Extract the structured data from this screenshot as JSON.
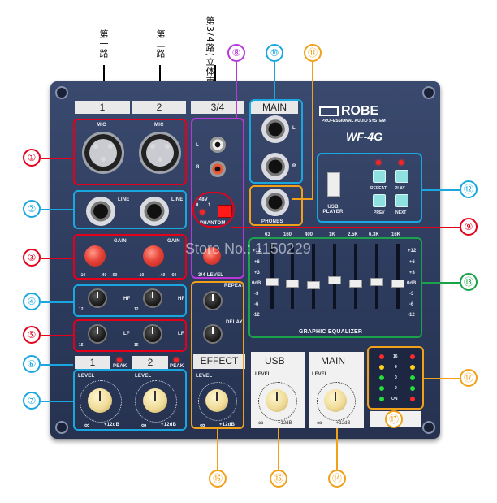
{
  "callouts": {
    "channel1_cn": "第一路",
    "channel2_cn": "第二路",
    "channel34_cn": "第3/4路(立体声)"
  },
  "panel": {
    "brand": "ROBE",
    "brand_sub": "PROFESSIONAL AUDIO SYSTEM",
    "model": "WF-4G",
    "strip_labels": [
      "1",
      "2",
      "3/4"
    ],
    "main_label": "MAIN",
    "mic_label": "MIC",
    "line_label": "LINE",
    "gain_label": "GAIN",
    "hf_label": "HF",
    "lf_label": "LF",
    "gain_scale": [
      "-10",
      "-40",
      "-60"
    ],
    "eq_scale": [
      "12",
      "12",
      "15",
      "15"
    ],
    "l_label": "L",
    "r_label": "R",
    "phantom_label": "PHANTOM",
    "phantom_v": "+48V",
    "phantom_off": "0",
    "phantom_on": "1",
    "level34_label": "3/4 LEVEL",
    "repeat_label": "REPEAT",
    "delay_label": "DELAY",
    "phones_label": "PHONES",
    "usb_player_label": "USB PLAYER",
    "player_buttons": [
      "REPEAT",
      "PLAY",
      "PREV",
      "NEXT"
    ],
    "eq_freqs": [
      "63",
      "160",
      "400",
      "1K",
      "2.5K",
      "6.3K",
      "16K"
    ],
    "eq_db": [
      "+12",
      "+6",
      "+3",
      "0dB",
      "-3",
      "-6",
      "-12"
    ],
    "graphic_eq_label": "GRAPHIC EQUALIZER",
    "bottom_channel_1": "1",
    "bottom_channel_2": "2",
    "peak_label": "PEAK",
    "effect_label": "EFFECT",
    "usb_label": "USB",
    "main_bottom_label": "MAIN",
    "level_label": "LEVEL",
    "level_min": "∞",
    "level_max": "+12dB",
    "meter_marks": [
      "16",
      "9",
      "0",
      "9",
      "ON"
    ]
  },
  "annotation_numbers": [
    "①",
    "②",
    "③",
    "④",
    "⑤",
    "⑥",
    "⑦",
    "⑧",
    "⑨",
    "⑩",
    "⑪",
    "⑫",
    "⑬",
    "⑭",
    "⑮",
    "⑯",
    "⑰"
  ],
  "watermark": "Store No.: 1150229",
  "colors": {
    "panel": "#2f3d60",
    "red": "#e4001b",
    "blue": "#1aa7e0",
    "green": "#1aa34a",
    "orange": "#f1a01a",
    "purple": "#b638d6"
  }
}
